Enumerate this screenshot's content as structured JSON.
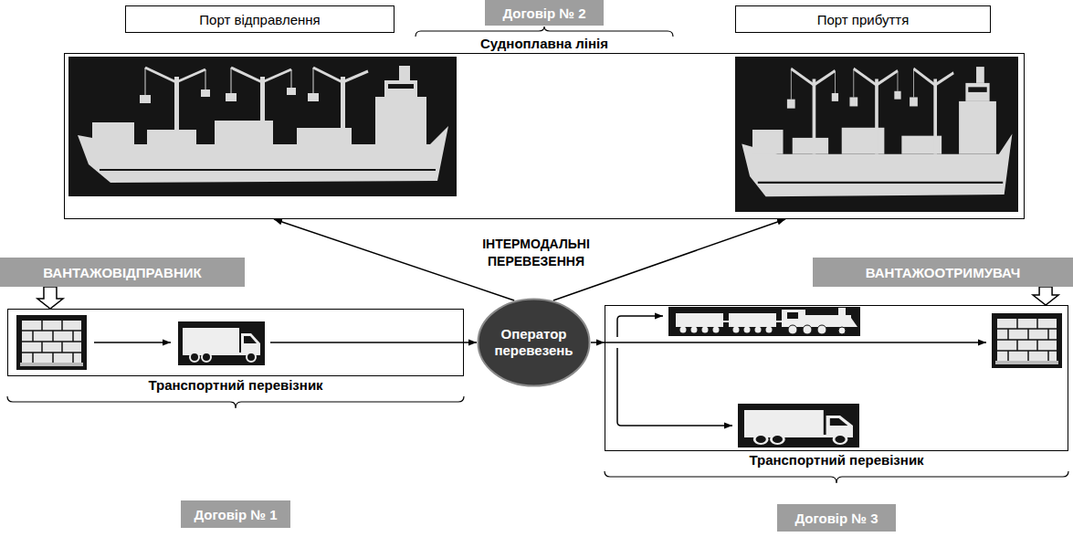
{
  "diagram": {
    "nodes": [
      {
        "text": [
          "Порт відправлення"
        ]
      },
      {
        "text": [
          "Договір № 2"
        ]
      },
      {
        "text": [
          "Порт прибуття"
        ]
      },
      {
        "text": [
          "Судноплавна лінія"
        ]
      },
      {
        "text": [
          "ВАНТАЖОВІДПРАВНИК"
        ]
      },
      {
        "text": [
          "ВАНТАЖООТРИМУВАЧ"
        ]
      },
      {
        "text": [
          "Транспортний перевізник"
        ]
      },
      {
        "text": [
          "Оператор перевезень"
        ]
      },
      {
        "text": [
          "Транспортний перевізник"
        ]
      },
      {
        "text": [
          "Договір № 1"
        ]
      },
      {
        "text": [
          "Договір № 3"
        ]
      }
    ],
    "edges": [
      {
        "from": 4,
        "to": 6,
        "arrow": "to"
      },
      {
        "from": 5,
        "to": 8,
        "arrow": "to"
      },
      {
        "from": 6,
        "to": 7,
        "arrow": "to"
      },
      {
        "from": 7,
        "to": 3,
        "arrow": "to"
      },
      {
        "from": 7,
        "to": 3,
        "arrow": "to"
      },
      {
        "from": 7,
        "to": 8,
        "arrow": "to"
      }
    ],
    "labels": [
      "ІНТЕРМОДАЛЬНІ ПЕРЕВЕЗЕННЯ"
    ]
  }
}
